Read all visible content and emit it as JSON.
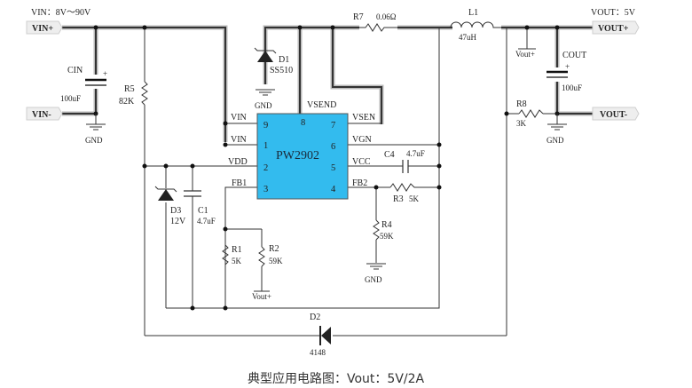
{
  "diagram": {
    "title_vin": "VIN：8V～90V",
    "title_vout": "VOUT：5V",
    "caption": "典型应用电路图：Vout：5V/2A",
    "ic": {
      "name": "PW2902",
      "fill_color": "#33bbee",
      "pins": [
        {
          "num": "9",
          "label": "VIN"
        },
        {
          "num": "1",
          "label": "VIN"
        },
        {
          "num": "2",
          "label": "VDD"
        },
        {
          "num": "3",
          "label": "FB1"
        },
        {
          "num": "8",
          "label": "VSEND"
        },
        {
          "num": "7",
          "label": "VSEN"
        },
        {
          "num": "6",
          "label": "VGN"
        },
        {
          "num": "5",
          "label": "VCC"
        },
        {
          "num": "4",
          "label": "FB2"
        }
      ]
    },
    "ports": {
      "vin_plus": "VIN+",
      "vin_minus": "VIN-",
      "vout_plus": "VOUT+",
      "vout_minus": "VOUT-"
    },
    "components": {
      "cin": {
        "ref": "CIN",
        "value": "100uF",
        "polarity": "+"
      },
      "cout": {
        "ref": "COUT",
        "value": "100uF",
        "polarity": "+"
      },
      "r5": {
        "ref": "R5",
        "value": "82K"
      },
      "r7": {
        "ref": "R7",
        "value": "0.06Ω"
      },
      "l1": {
        "ref": "L1",
        "value": "47uH"
      },
      "d1": {
        "ref": "D1",
        "value": "SS510"
      },
      "r8": {
        "ref": "R8",
        "value": "3K"
      },
      "c4": {
        "ref": "C4",
        "value": "4.7uF"
      },
      "r3": {
        "ref": "R3",
        "value": "5K"
      },
      "r4": {
        "ref": "R4",
        "value": "59K"
      },
      "d3": {
        "ref": "D3",
        "value": "12V"
      },
      "c1": {
        "ref": "C1",
        "value": "4.7uF"
      },
      "r1": {
        "ref": "R1",
        "value": "5K"
      },
      "r2": {
        "ref": "R2",
        "value": "59K"
      },
      "d2": {
        "ref": "D2",
        "value": "4148"
      }
    },
    "nets": {
      "gnd": "GND",
      "vout_plus_label": "Vout+"
    }
  }
}
